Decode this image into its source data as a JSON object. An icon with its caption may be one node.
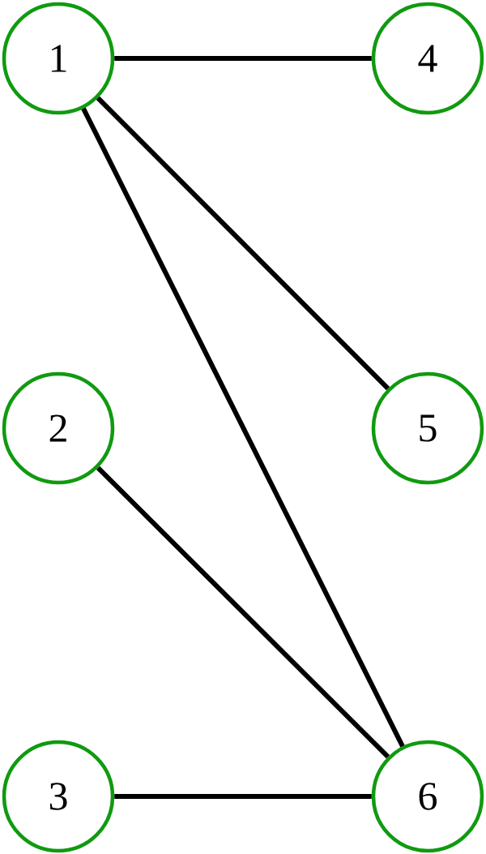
{
  "diagram": {
    "nodes": [
      {
        "text": [
          "1"
        ]
      },
      {
        "text": [
          "4"
        ]
      },
      {
        "text": [
          "2"
        ]
      },
      {
        "text": [
          "5"
        ]
      },
      {
        "text": [
          "3"
        ]
      },
      {
        "text": [
          "6"
        ]
      }
    ],
    "edges": [
      {
        "from": 0,
        "to": 1,
        "arrow": "none"
      },
      {
        "from": 0,
        "to": 3,
        "arrow": "none"
      },
      {
        "from": 0,
        "to": 5,
        "arrow": "none"
      },
      {
        "from": 2,
        "to": 5,
        "arrow": "none"
      },
      {
        "from": 4,
        "to": 5,
        "arrow": "none"
      }
    ]
  }
}
